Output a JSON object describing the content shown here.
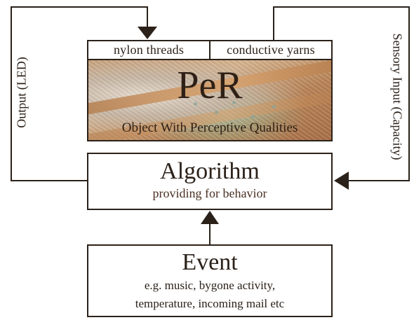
{
  "materials": {
    "left": "nylon threads",
    "right": "conductive yarns"
  },
  "object": {
    "title": "PeR",
    "subtitle": "Object With Perceptive Qualities"
  },
  "algorithm": {
    "title": "Algorithm",
    "subtitle": "providing for behavior"
  },
  "event": {
    "title": "Event",
    "line1": "e.g. music, bygone activity,",
    "line2": "temperature, incoming mail etc"
  },
  "side_labels": {
    "output": "Output (LED)",
    "input": "Sensory Input (Capacity)"
  },
  "colors": {
    "ink": "#2b2119"
  }
}
